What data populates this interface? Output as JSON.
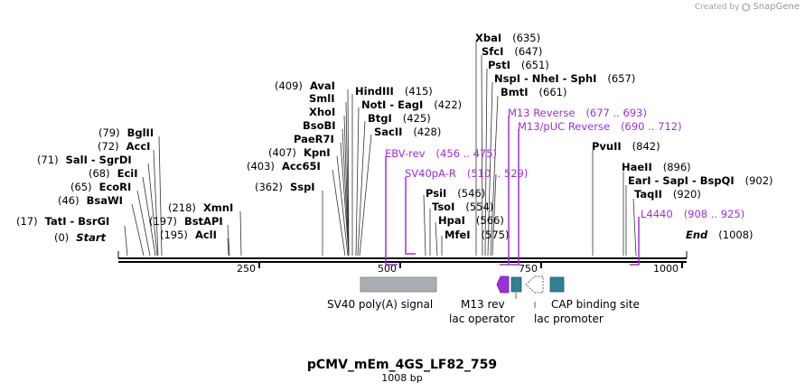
{
  "watermark": {
    "created_by": "Created by",
    "brand": "SnapGene"
  },
  "plasmid": {
    "name": "pCMV_mEm_4GS_LF82_759",
    "size_label": "1008 bp",
    "length": 1008
  },
  "ruler": {
    "ticks": [
      250,
      500,
      750,
      1000
    ],
    "start_label": "Start",
    "start_pos": "(0)",
    "end_label": "End",
    "end_pos": "(1008)"
  },
  "sites": [
    {
      "name": "TatI",
      "name2": "BsrGI",
      "pos": "(17)",
      "site": 17
    },
    {
      "name": "BsaWI",
      "pos": "(46)",
      "site": 46
    },
    {
      "name": "EcoRI",
      "pos": "(65)",
      "site": 65
    },
    {
      "name": "EciI",
      "pos": "(68)",
      "site": 68
    },
    {
      "name": "SalI",
      "name2": "SgrDI",
      "pos": "(71)",
      "site": 71
    },
    {
      "name": "AccI",
      "pos": "(72)",
      "site": 72
    },
    {
      "name": "BglII",
      "pos": "(79)",
      "site": 79
    },
    {
      "name": "AclI",
      "pos": "(195)",
      "site": 195
    },
    {
      "name": "BstAPI",
      "pos": "(197)",
      "site": 197
    },
    {
      "name": "XmnI",
      "pos": "(218)",
      "site": 218
    },
    {
      "name": "SspI",
      "pos": "(362)",
      "site": 362
    },
    {
      "name": "Acc65I",
      "pos": "(403)",
      "site": 403
    },
    {
      "name": "KpnI",
      "pos": "(407)",
      "site": 407
    },
    {
      "name": "PaeR7I",
      "site": 409
    },
    {
      "name": "BsoBI",
      "site": 409
    },
    {
      "name": "XhoI",
      "site": 409
    },
    {
      "name": "SmlI",
      "site": 409
    },
    {
      "name": "AvaI",
      "pos": "(409)",
      "site": 409
    },
    {
      "name": "HindIII",
      "pos": "(415)",
      "site": 415
    },
    {
      "name": "NotI",
      "name2": "EagI",
      "pos": "(422)",
      "site": 422
    },
    {
      "name": "BtgI",
      "pos": "(425)",
      "site": 425
    },
    {
      "name": "SacII",
      "pos": "(428)",
      "site": 428
    },
    {
      "name": "PsiI",
      "pos": "(546)",
      "site": 546
    },
    {
      "name": "TsoI",
      "pos": "(554)",
      "site": 554
    },
    {
      "name": "HpaI",
      "pos": "(566)",
      "site": 566
    },
    {
      "name": "MfeI",
      "pos": "(575)",
      "site": 575
    },
    {
      "name": "XbaI",
      "pos": "(635)",
      "site": 635
    },
    {
      "name": "SfcI",
      "pos": "(647)",
      "site": 647
    },
    {
      "name": "PstI",
      "pos": "(651)",
      "site": 651
    },
    {
      "name": "NspI",
      "name2": "NheI",
      "name3": "SphI",
      "pos": "(657)",
      "site": 657
    },
    {
      "name": "BmtI",
      "pos": "(661)",
      "site": 661
    },
    {
      "name": "PvuII",
      "pos": "(842)",
      "site": 842
    },
    {
      "name": "HaeII",
      "pos": "(896)",
      "site": 896
    },
    {
      "name": "EarI",
      "name2": "SapI",
      "name3": "BspQI",
      "pos": "(902)",
      "site": 902
    },
    {
      "name": "TaqII",
      "pos": "(920)",
      "site": 920
    }
  ],
  "primers": [
    {
      "name": "EBV-rev",
      "range": "(456 .. 475)"
    },
    {
      "name": "SV40pA-R",
      "range": "(510 .. 529)"
    },
    {
      "name": "M13 Reverse",
      "range": "(677 .. 693)"
    },
    {
      "name": "M13/pUC Reverse",
      "range": "(690 .. 712)"
    },
    {
      "name": "L4440",
      "range": "(908 .. 925)"
    }
  ],
  "features": [
    {
      "label": "SV40 poly(A) signal",
      "color": "#a9adb3"
    },
    {
      "label": "M13 rev",
      "color": "#9b30d9"
    },
    {
      "label": "lac operator",
      "color": "#2f8296"
    },
    {
      "label": "lac promoter",
      "color": "#ffffff"
    },
    {
      "label": "CAP binding site",
      "color": "#2f8296"
    }
  ],
  "colors": {
    "primer": "#9b30d9",
    "backbone": "#000000"
  }
}
